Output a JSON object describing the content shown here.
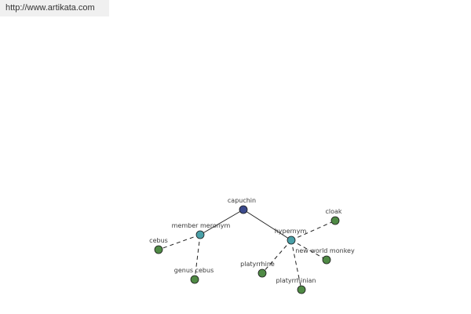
{
  "watermark": {
    "url": "http://www.artikata.com"
  },
  "colors": {
    "root": "#3b4a8c",
    "relation": "#4aa0a8",
    "leaf": "#4f8a45",
    "edge": "#222222",
    "label": "#3a3a3a"
  },
  "graph": {
    "root": {
      "label": "capuchin"
    },
    "relations": [
      {
        "label": "member meronym",
        "leaves": [
          "cebus",
          "genus cebus"
        ]
      },
      {
        "label": "hypernym",
        "leaves": [
          "cloak",
          "new world monkey",
          "platyrrhine",
          "platyrrhinian"
        ]
      }
    ]
  }
}
